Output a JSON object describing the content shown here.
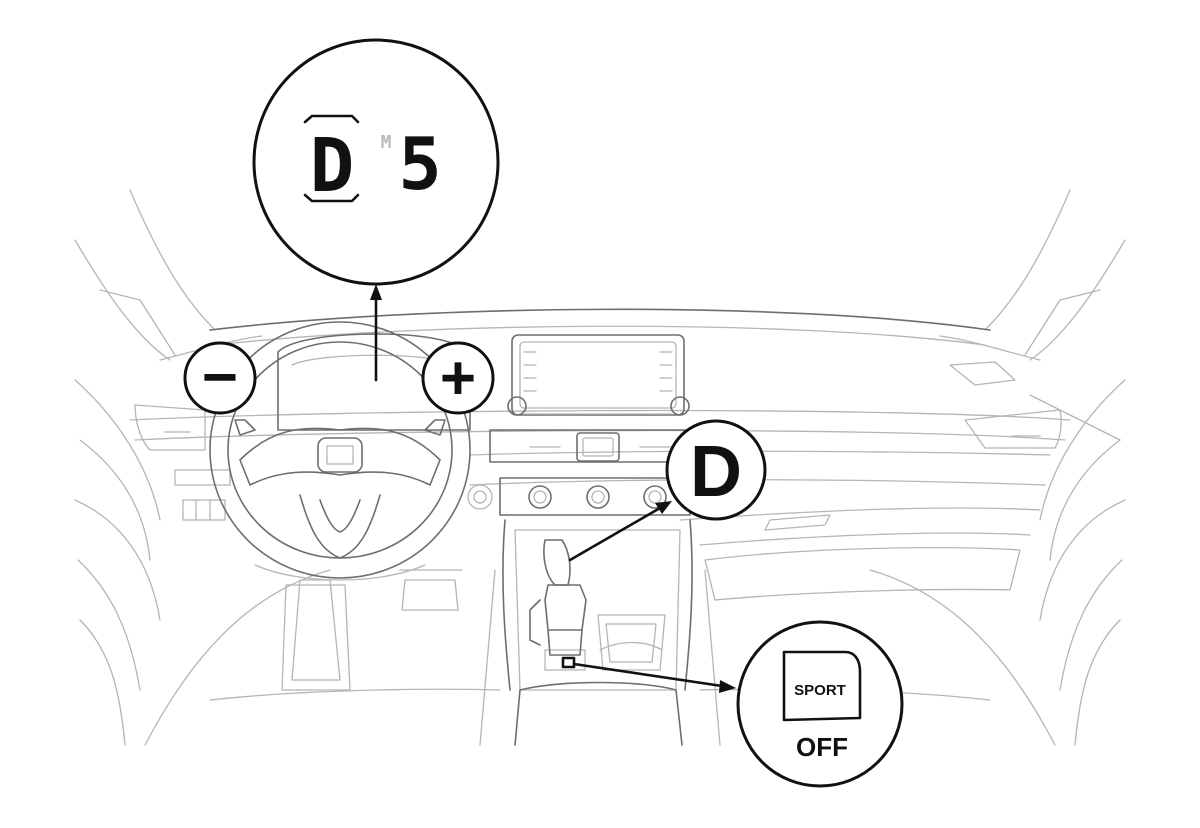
{
  "display_callout": {
    "gear_letter": "D",
    "mode_letter": "M",
    "gear_number": "5"
  },
  "paddles": {
    "minus_symbol": "−",
    "plus_symbol": "+"
  },
  "shift_callout": {
    "position_letter": "D"
  },
  "sport_callout": {
    "button_label": "SPORT",
    "state_label": "OFF"
  },
  "colors": {
    "line_dark": "#111111",
    "line_faint": "#b5b5b5",
    "background": "#ffffff"
  }
}
